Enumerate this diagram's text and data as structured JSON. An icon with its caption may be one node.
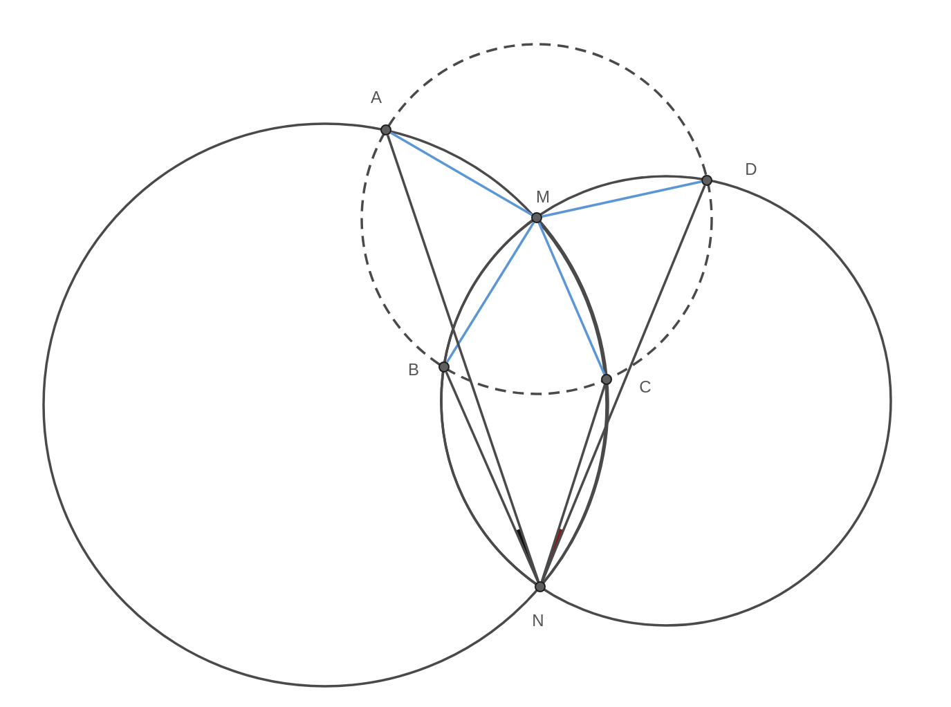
{
  "diagram": {
    "nodes": [
      {
        "text": [],
        "shape": "circle",
        "beside": [
          "A"
        ]
      },
      {
        "text": [],
        "shape": "circle",
        "beside": [
          "D"
        ]
      },
      {
        "text": [],
        "shape": "circle",
        "beside": [
          "M"
        ]
      },
      {
        "text": [],
        "shape": "circle",
        "beside": [
          "B"
        ]
      },
      {
        "text": [],
        "shape": "circle",
        "beside": [
          "C"
        ]
      },
      {
        "text": [],
        "shape": "circle",
        "beside": [
          "N"
        ]
      }
    ],
    "edges": [
      {
        "from": 2,
        "to": 0,
        "arrow": "none",
        "color": "#5b97d6"
      },
      {
        "from": 2,
        "to": 1,
        "arrow": "none",
        "color": "#5b97d6"
      },
      {
        "from": 2,
        "to": 3,
        "arrow": "none",
        "color": "#5b97d6"
      },
      {
        "from": 2,
        "to": 4,
        "arrow": "none",
        "color": "#5b97d6"
      },
      {
        "from": 0,
        "to": 5,
        "arrow": "none",
        "color": "#4a4a4a"
      },
      {
        "from": 3,
        "to": 5,
        "arrow": "none",
        "color": "#4a4a4a"
      },
      {
        "from": 4,
        "to": 5,
        "arrow": "none",
        "color": "#4a4a4a"
      },
      {
        "from": 1,
        "to": 5,
        "arrow": "none",
        "color": "#4a4a4a"
      }
    ]
  }
}
